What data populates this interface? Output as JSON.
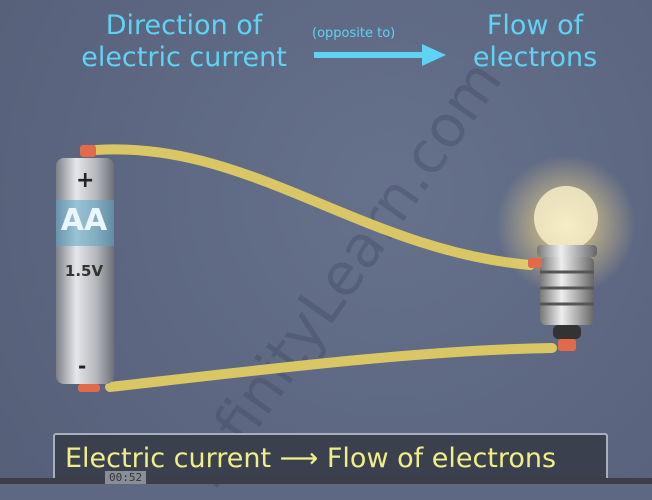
{
  "title_left": "Direction of electric current",
  "title_left_line1": "Direction of",
  "title_left_line2": "electric current",
  "connector": "(opposite to)",
  "title_right_line1": "Flow of",
  "title_right_line2": "electrons",
  "battery": {
    "plus": "+",
    "type": "AA",
    "voltage": "1.5V",
    "minus": "-"
  },
  "watermark": "InfinityLearn.com",
  "caption": "Electric current ⟶ Flow of electrons",
  "video": {
    "timestamp": "00:52"
  },
  "colors": {
    "title": "#5ed3f3",
    "caption": "#f1ee8a",
    "wire": "#d9c766",
    "background": "#5e6882"
  }
}
